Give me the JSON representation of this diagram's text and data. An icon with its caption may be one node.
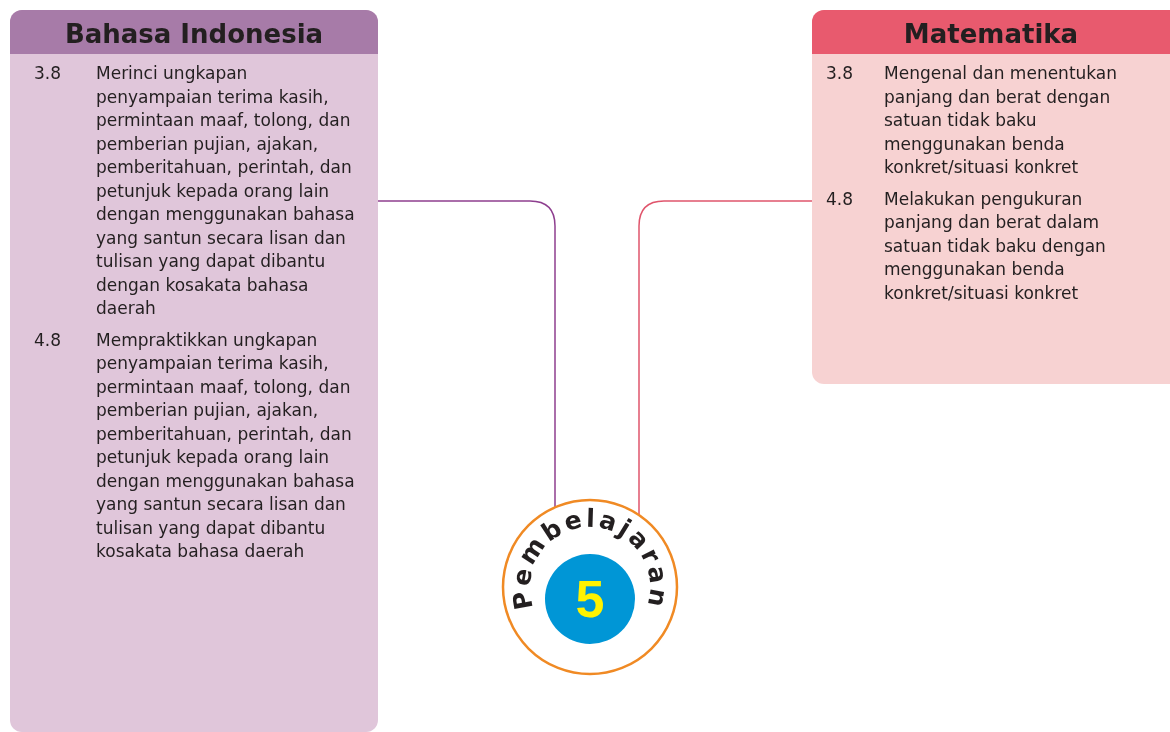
{
  "diagram": {
    "nodes": [
      {
        "text": [
          "Bahasa Indonesia",
          "3.8",
          "Merinci ungkapan penyampaian terima kasih, permintaan maaf, tolong, dan pemberian pujian, ajakan, pemberitahuan, perintah, dan petunjuk kepada orang lain dengan menggunakan bahasa yang santun secara lisan dan tulisan yang dapat dibantu dengan kosakata bahasa daerah",
          "4.8",
          "Mempraktikkan ungkapan penyampaian terima kasih, permintaan maaf, tolong, dan pemberian pujian, ajakan, pemberitahuan, perintah, dan petunjuk kepada orang lain dengan menggunakan bahasa yang santun secara lisan dan tulisan yang dapat dibantu kosakata bahasa daerah"
        ]
      },
      {
        "text": [
          "Matematika",
          "3.8",
          "Mengenal dan menentukan panjang dan berat dengan satuan tidak baku menggunakan benda konkret/situasi konkret",
          "4.8",
          "Melakukan pengukuran panjang dan berat dalam satuan tidak baku dengan menggunakan benda konkret/situasi konkret"
        ]
      },
      {
        "text": [
          "Pembelajaran",
          "5"
        ]
      }
    ],
    "edges": [
      {
        "from": 2,
        "to": 0,
        "arrow": "none",
        "color": "#8e3f8f"
      },
      {
        "from": 2,
        "to": 1,
        "arrow": "none",
        "color": "#e0556c"
      }
    ]
  }
}
